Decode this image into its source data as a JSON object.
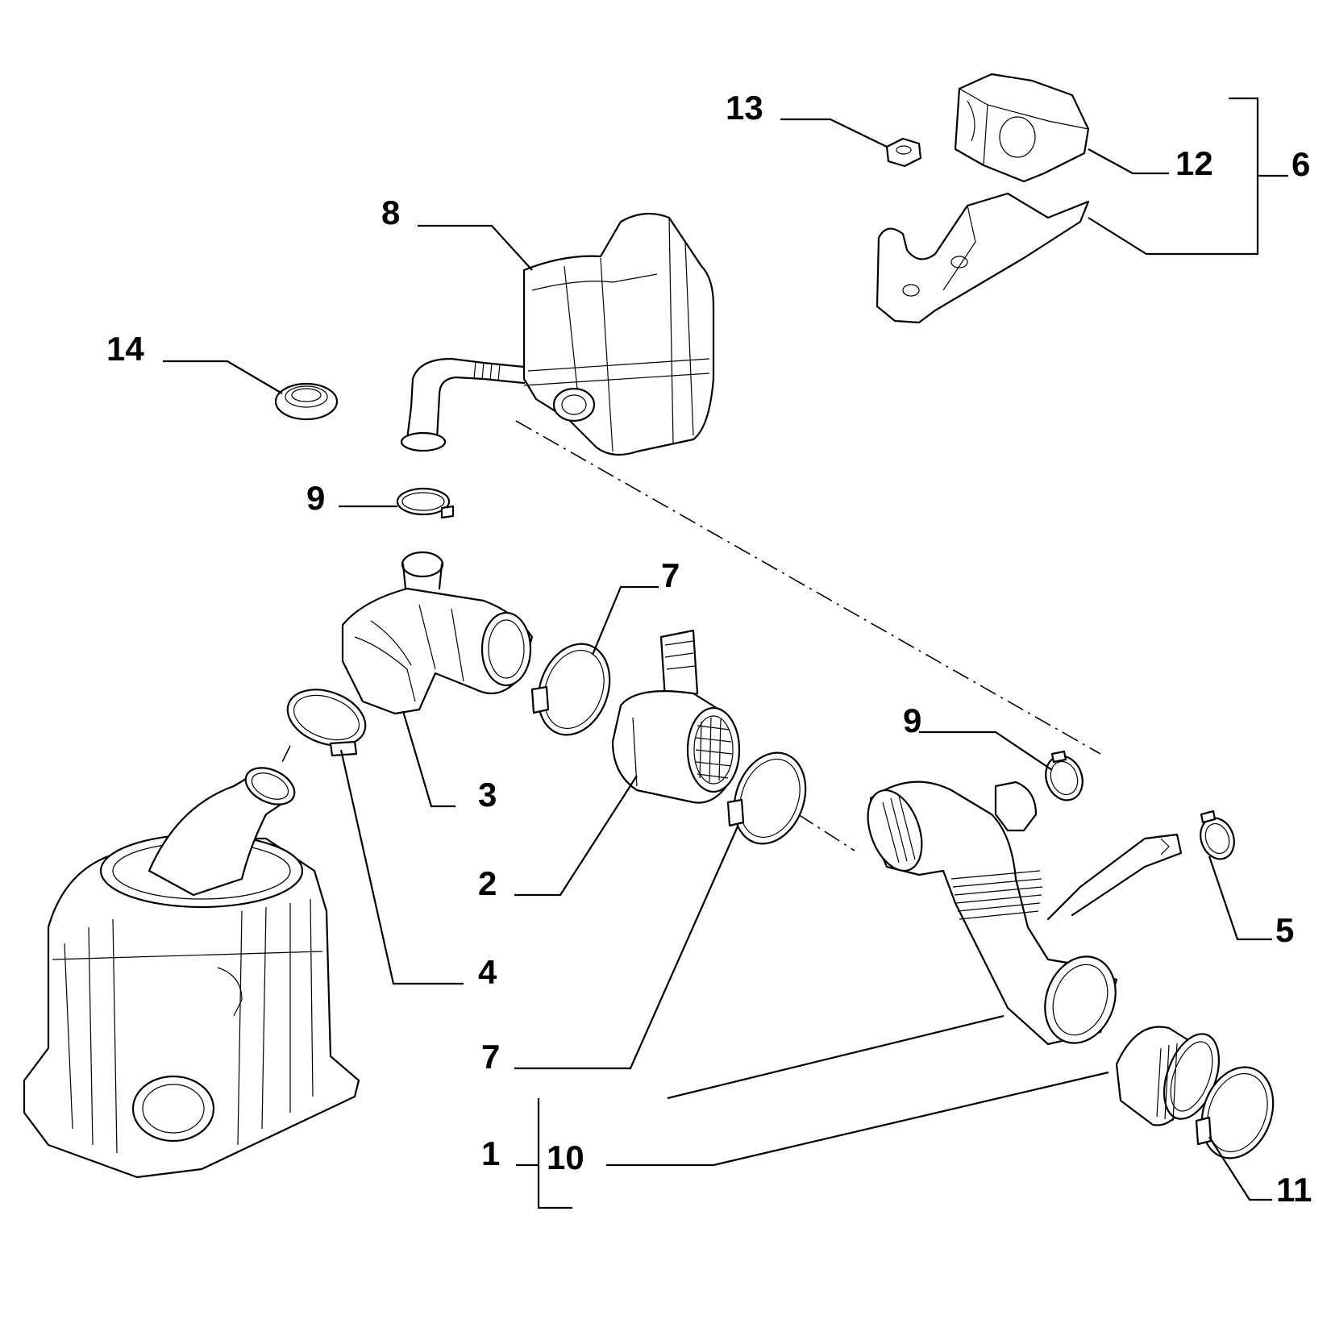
{
  "callouts": {
    "c1": "1",
    "c2": "2",
    "c3": "3",
    "c4": "4",
    "c5": "5",
    "c6": "6",
    "c7a": "7",
    "c7b": "7",
    "c8": "8",
    "c9a": "9",
    "c9b": "9",
    "c10": "10",
    "c11": "11",
    "c12": "12",
    "c13": "13",
    "c14": "14"
  }
}
